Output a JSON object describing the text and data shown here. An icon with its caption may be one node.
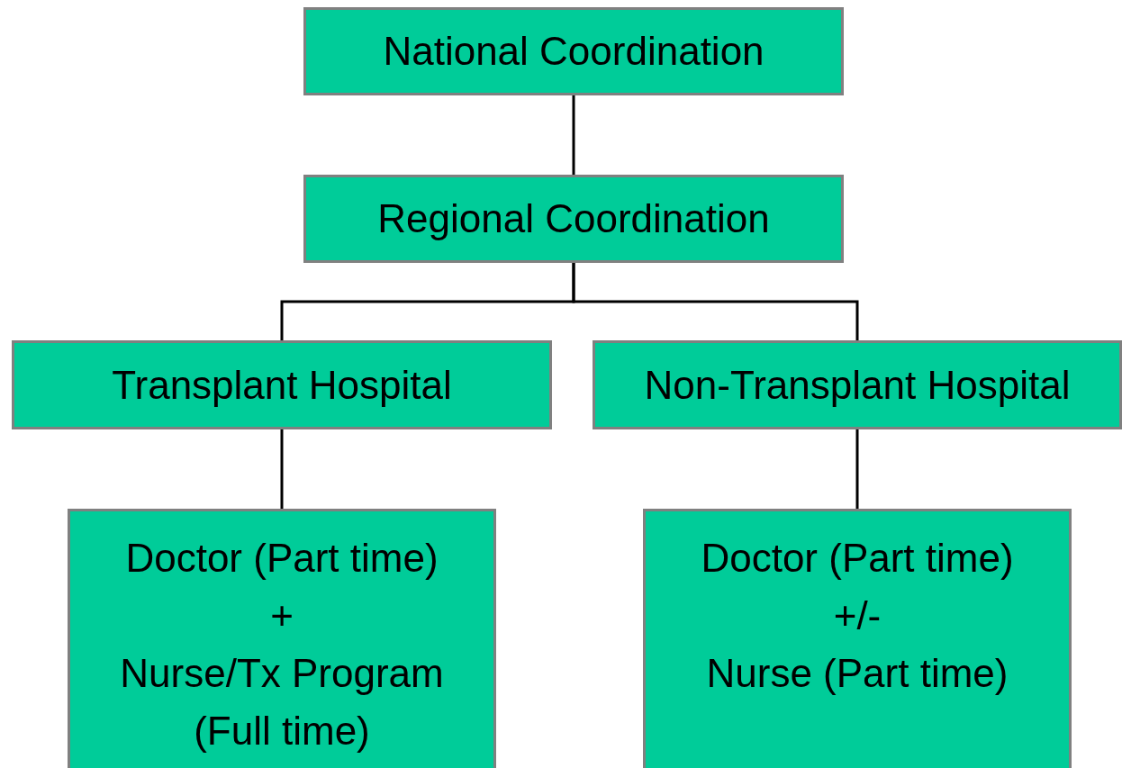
{
  "diagram": {
    "nodes": [
      {
        "text": [
          "National Coordination"
        ]
      },
      {
        "text": [
          "Regional Coordination"
        ]
      },
      {
        "text": [
          "Transplant Hospital"
        ]
      },
      {
        "text": [
          "Non-Transplant Hospital"
        ]
      },
      {
        "text": [
          "Doctor (Part time)",
          "+",
          "Nurse/Tx Program (Full time)"
        ]
      },
      {
        "text": [
          "Doctor (Part time)",
          "+/-",
          "Nurse (Part time)"
        ]
      }
    ],
    "edges": [
      {
        "from": 0,
        "to": 1,
        "arrow": "none"
      },
      {
        "from": 1,
        "to": 2,
        "arrow": "none"
      },
      {
        "from": 1,
        "to": 3,
        "arrow": "none"
      },
      {
        "from": 2,
        "to": 4,
        "arrow": "none"
      },
      {
        "from": 3,
        "to": 5,
        "arrow": "none"
      }
    ]
  }
}
